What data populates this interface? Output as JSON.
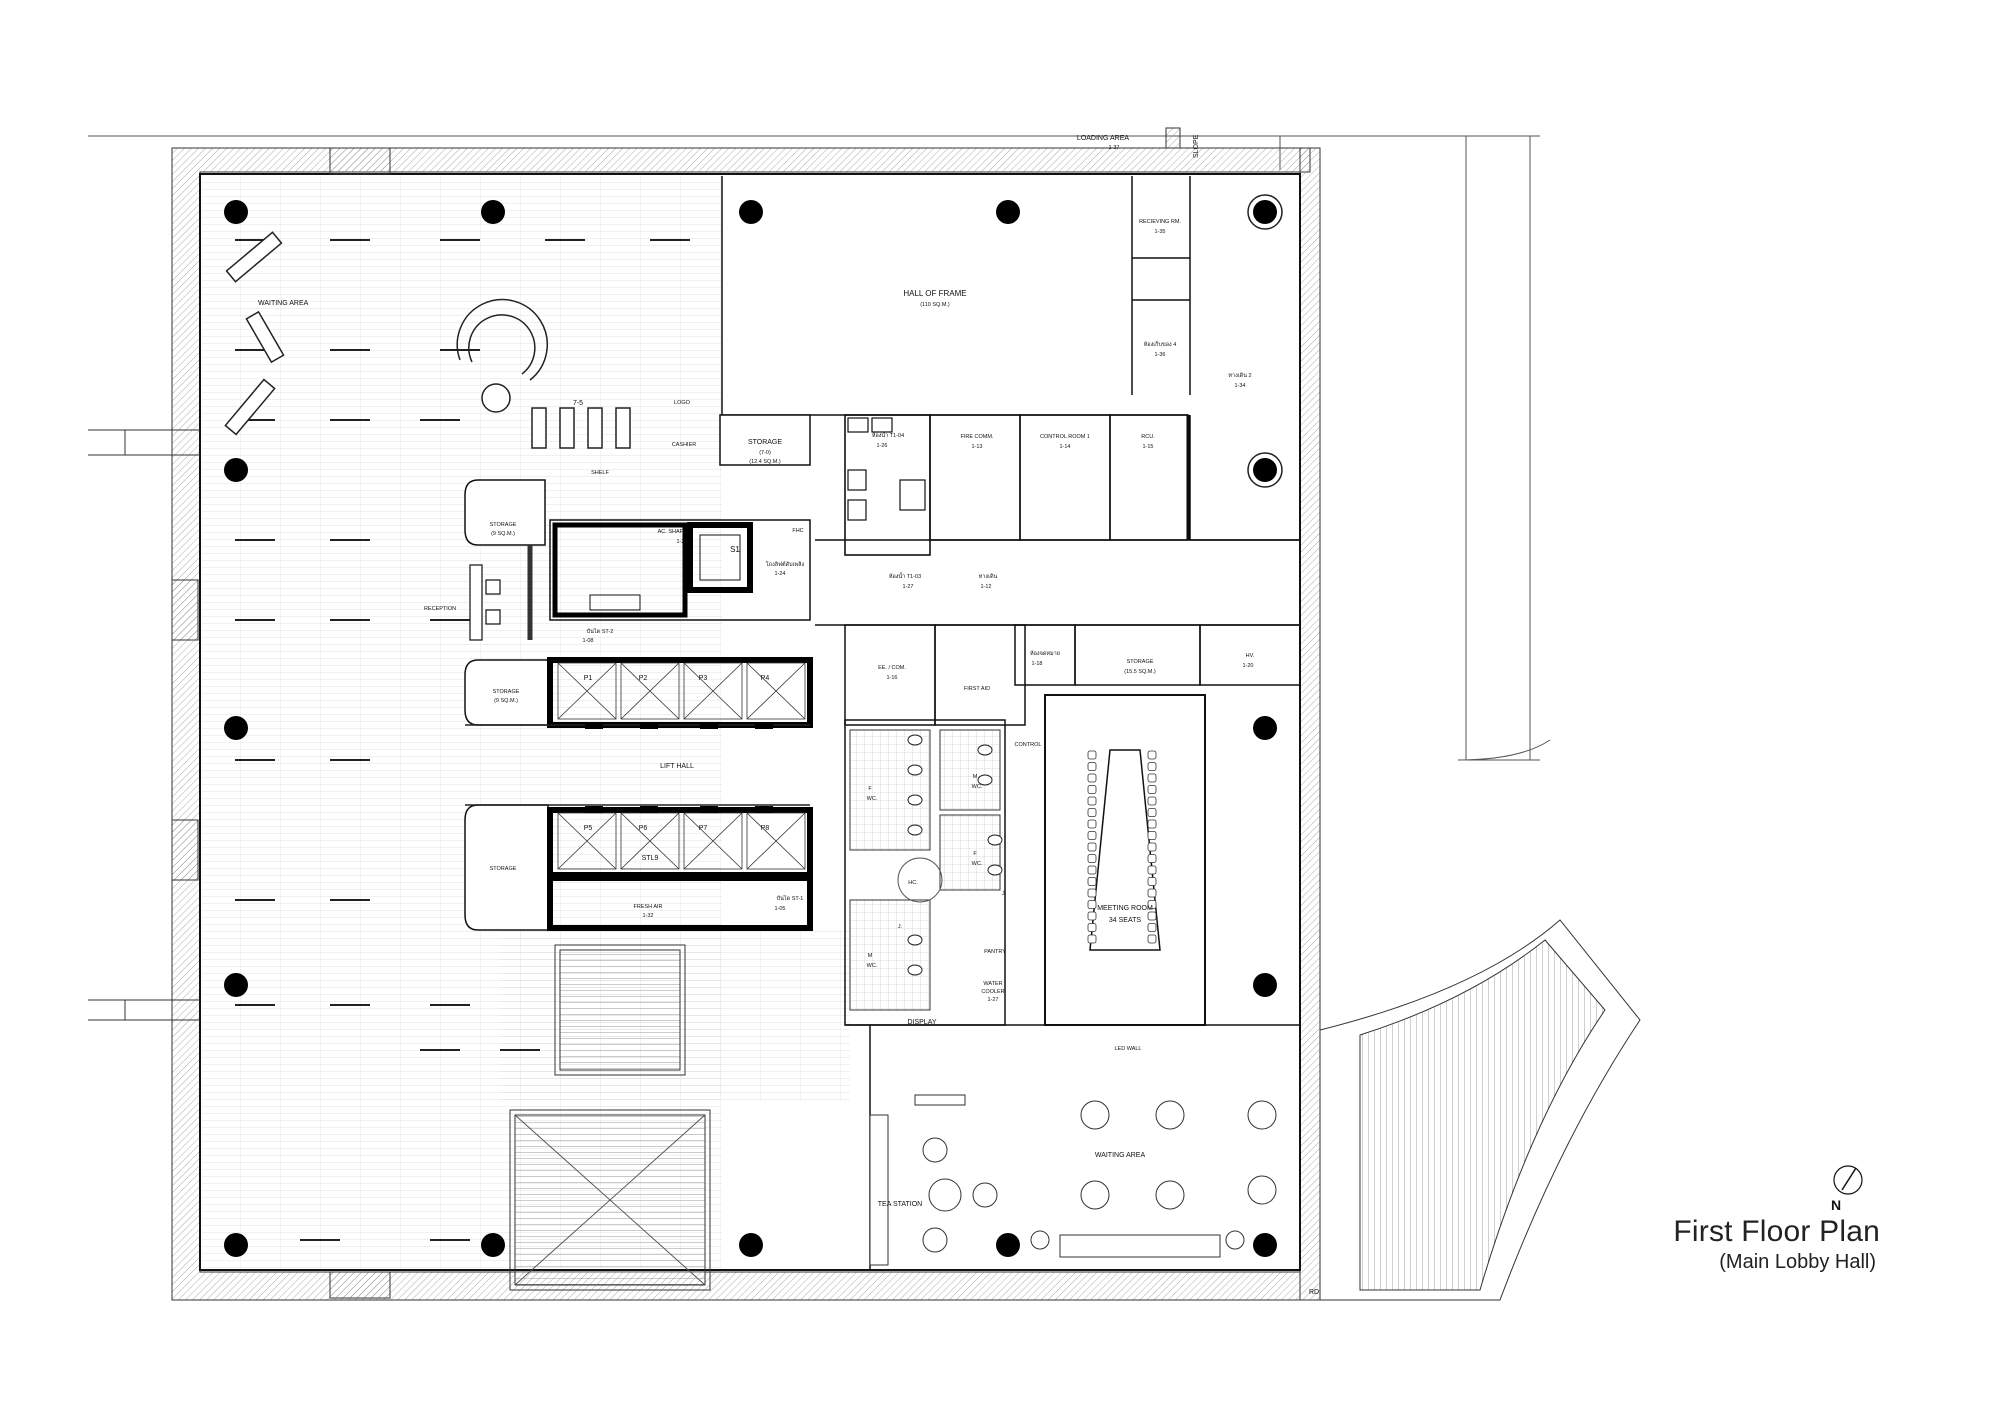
{
  "title": {
    "main": "First Floor Plan",
    "sub": "(Main Lobby Hall)"
  },
  "north": {
    "label": "N"
  },
  "rooms": {
    "loading_area": {
      "name": "LOADING AREA",
      "code": "1-37"
    },
    "slope": "SLOPE",
    "waiting_area_west": "WAITING AREA",
    "hall_of_frame": {
      "name": "HALL OF FRAME",
      "area": "(110 SQ.M.)"
    },
    "receiving": {
      "name": "RECIEVING RM.",
      "code": "1-35"
    },
    "room_4": {
      "name": "ห้องเก็บของ 4",
      "code": "1-36"
    },
    "corridor_2": {
      "name": "ทางเดิน 2",
      "code": "1-34"
    },
    "logo": "LOGO",
    "cashier": "CASHIER",
    "display_75": "7-5",
    "shelf": "SHELF",
    "storage_top": {
      "name": "STORAGE",
      "area": "(7-0)",
      "sub": "(12.4 SQ.M.)"
    },
    "toilet_t104": {
      "name": "ห้องน้ำ T1-04",
      "code": "1-26"
    },
    "fire_comm": {
      "name": "FIRE COMM.",
      "code": "1-13"
    },
    "control_room_1": {
      "name": "CONTROL ROOM 1",
      "code": "1-14"
    },
    "rcu": {
      "name": "RCU.",
      "code": "1-15"
    },
    "storage_w1": {
      "name": "STORAGE",
      "area": "(9 SQ.M.)"
    },
    "ac_shaft": {
      "name": "AC. SHAFT",
      "code": "1-23"
    },
    "lift_s1": "S1",
    "lift_s1_label": {
      "name": "โถงลิฟต์ดับเพลิง",
      "code": "1-24"
    },
    "fhc": "FHC",
    "toilet_t103": {
      "name": "ห้องน้ำ T1-03",
      "code": "1-27"
    },
    "corridor_1": {
      "name": "ทางเดิน",
      "code": "1-12"
    },
    "reception": "RECEPTION",
    "stair_st2": {
      "name": "บันได ST-2",
      "code": "1-08"
    },
    "ee_com": {
      "name": "EE. / COM.",
      "code": "1-16"
    },
    "first_aid": "FIRST AID",
    "electrical_room": {
      "name": "ห้องจดหมาย",
      "code": "1-18"
    },
    "storage_mid": {
      "name": "STORAGE",
      "area": "(15.5 SQ.M.)"
    },
    "hv": {
      "name": "HV.",
      "code": "1-20"
    },
    "storage_w2": {
      "name": "STORAGE",
      "area": "(9 SQ.M.)"
    },
    "lifts_top": [
      "P1",
      "P2",
      "P3",
      "P4"
    ],
    "lift_hall": "LIFT HALL",
    "lifts_bottom": [
      "P5",
      "P6",
      "P7",
      "P8"
    ],
    "stl9": "STL9",
    "storage_w3": "STORAGE",
    "control": "CONTROL",
    "f_wc_1": {
      "name": "F",
      "sub": "WC."
    },
    "m_wc_1": {
      "name": "M",
      "sub": "WC."
    },
    "f_wc_2": {
      "name": "F",
      "sub": "WC."
    },
    "m_wc_2": {
      "name": "M",
      "sub": "WC."
    },
    "hc": "HC.",
    "janitor": "J.",
    "janitor_2": "J.",
    "fresh_air": {
      "name": "FRESH AIR",
      "code": "1-32"
    },
    "stair_st1": {
      "name": "บันได ST-1",
      "code": "1-05"
    },
    "meeting_room": {
      "name": "MEETING ROOM",
      "sub": "34 SEATS"
    },
    "pantry": "PANTRY",
    "water_cooler": {
      "name": "WATER",
      "sub": "COOLER",
      "code": "1-27"
    },
    "display": "DISPLAY",
    "led_wall": "LED WALL",
    "waiting_area_east": "WAITING AREA",
    "tea_station": "TEA STATION",
    "rd": "RD."
  }
}
